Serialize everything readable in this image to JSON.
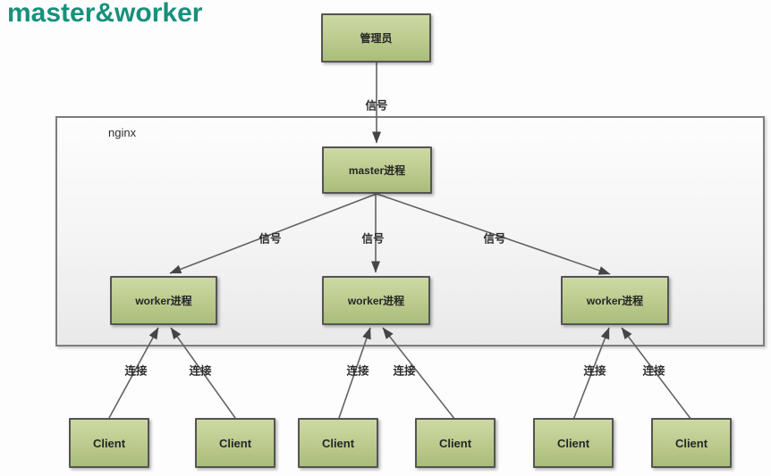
{
  "title": "master&worker",
  "container": {
    "label": "nginx"
  },
  "nodes": {
    "admin": {
      "label": "管理员"
    },
    "master": {
      "label": "master进程"
    },
    "workers": [
      {
        "label": "worker进程"
      },
      {
        "label": "worker进程"
      },
      {
        "label": "worker进程"
      }
    ],
    "clients": [
      {
        "label": "Client"
      },
      {
        "label": "Client"
      },
      {
        "label": "Client"
      },
      {
        "label": "Client"
      },
      {
        "label": "Client"
      },
      {
        "label": "Client"
      }
    ]
  },
  "edge_labels": {
    "signal": "信号",
    "connection": "连接"
  },
  "colors": {
    "title_text": "#17907c",
    "node_fill_top": "#cdd9a4",
    "node_fill_bottom": "#a9bd7a",
    "node_border": "#545454",
    "container_border": "#7d7d7d",
    "edge_line": "#636363",
    "arrowhead": "#454545"
  }
}
